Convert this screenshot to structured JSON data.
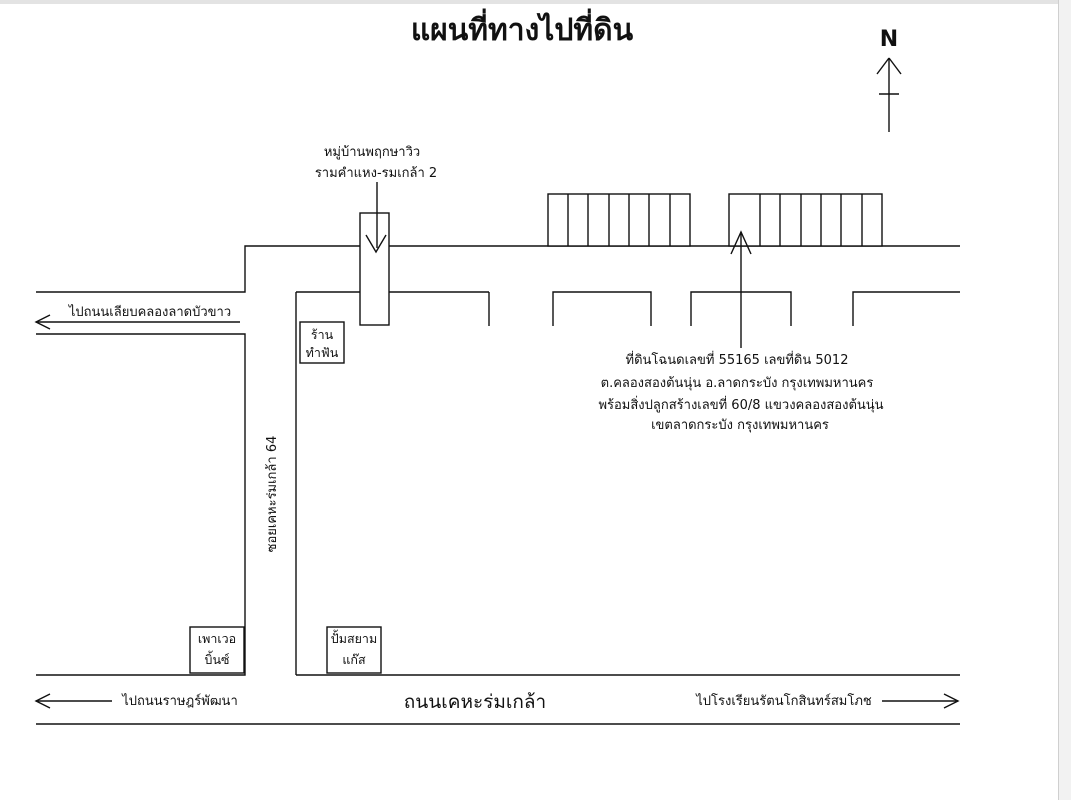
{
  "title": "แผนที่ทางไปที่ดิน",
  "north_label": "N",
  "village": {
    "line1": "หมู่บ้านพฤกษาวิว",
    "line2": "รามคำแหง-รมเกล้า 2"
  },
  "left_arrow_top_label": "ไปถนนเลียบคลองลาดบัวขาว",
  "dental_shop": {
    "line1": "ร้าน",
    "line2": "ทำฟัน"
  },
  "soi_label": "ซอยเคหะร่มเกล้า 64",
  "land_info": {
    "line1": "ที่ดินโฉนดเลขที่ 55165 เลขที่ดิน 5012",
    "line2": "ต.คลองสองต้นนุ่น อ.ลาดกระบัง กรุงเทพมหานคร",
    "line3": "พร้อมสิ่งปลูกสร้างเลขที่  60/8 แขวงคลองสองต้นนุ่น",
    "line4": "เขตลาดกระบัง กรุงเทพมหานคร"
  },
  "power_bins": {
    "line1": "เพาเวอ",
    "line2": "บิ้นซ์"
  },
  "siam_gas": {
    "line1": "ปั้มสยาม",
    "line2": "แก๊ส"
  },
  "main_road": "ถนนเคหะร่มเกล้า",
  "left_arrow_bottom_label": "ไปถนนราษฎร์พัฒนา",
  "right_arrow_bottom_label": "ไปโรงเรียนรัตนโกสินทร์สมโภช"
}
